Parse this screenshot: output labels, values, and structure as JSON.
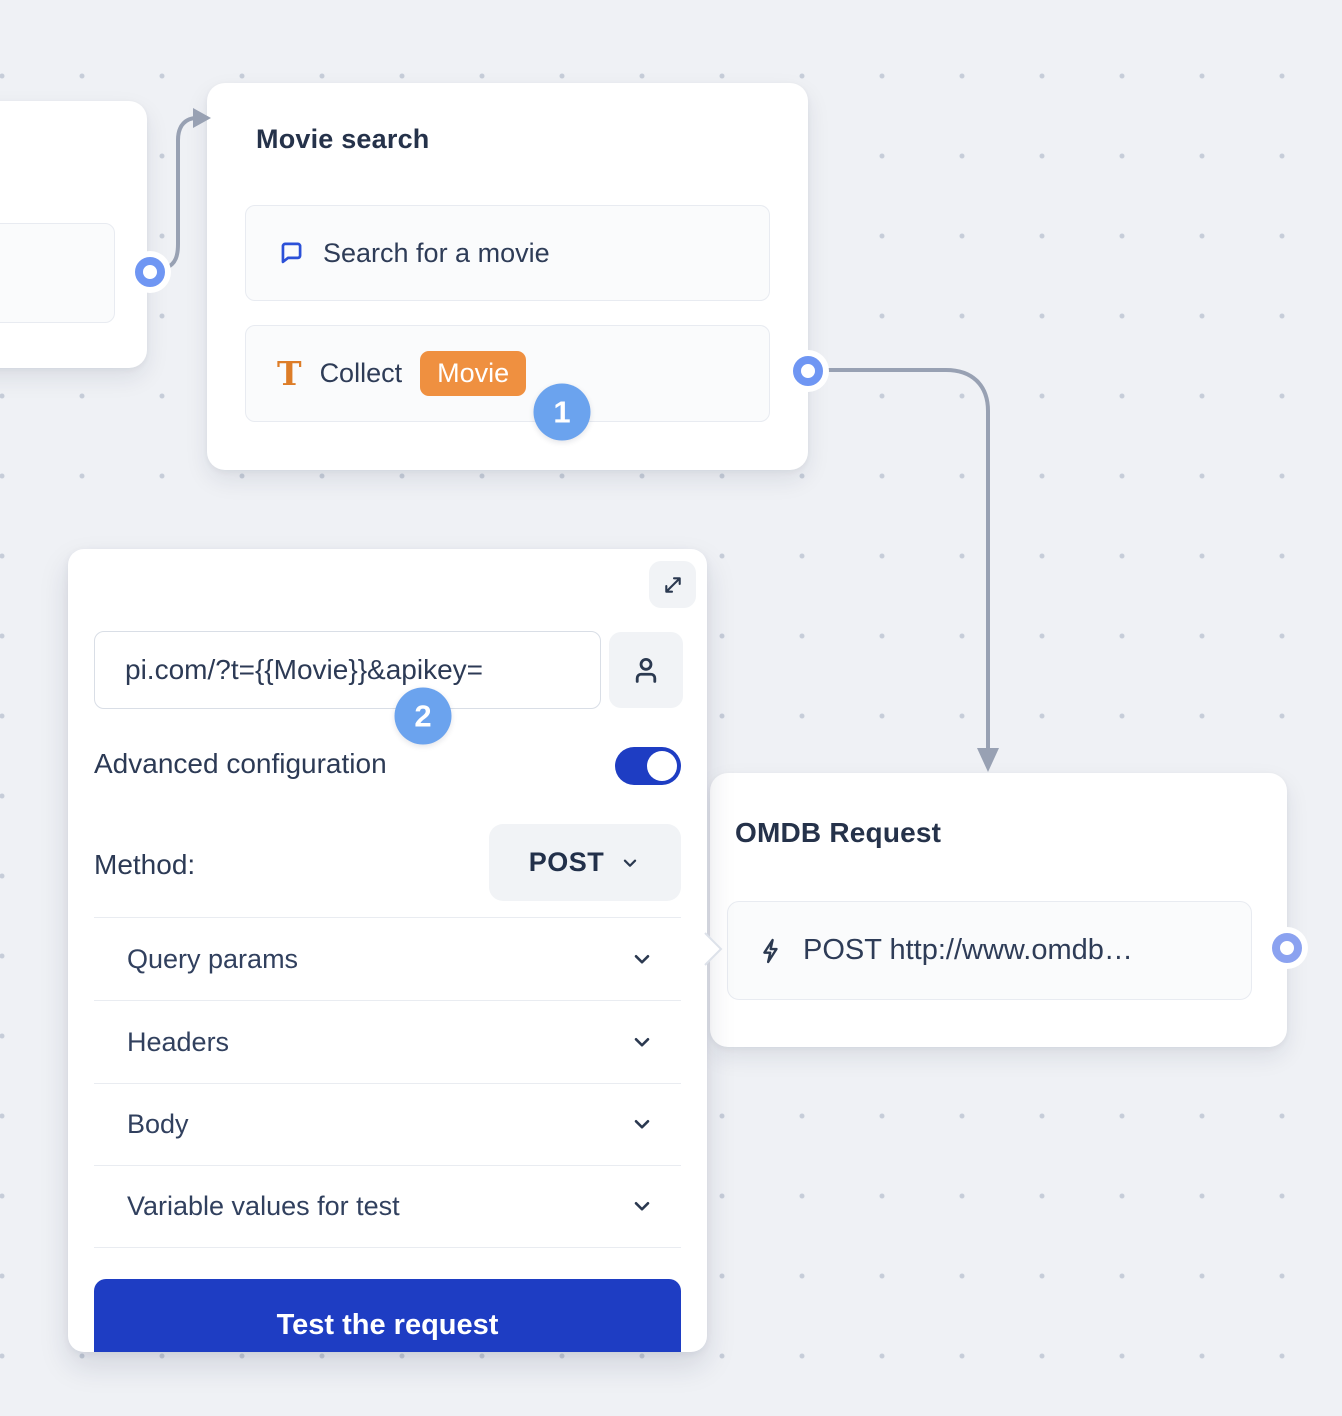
{
  "colors": {
    "background": "#eff1f5",
    "dot_grid": "#c6cdd9",
    "accent_blue": "#1e3dc3",
    "step_badge_blue": "#6ba3ee",
    "port_ring_blue": "#6f96f3",
    "port_ring_blue_light": "#8ba2f0",
    "variable_tag_orange": "#ef9040",
    "text_input_icon_orange": "#dd7d28",
    "chat_icon_blue": "#2b50d8",
    "wire_gray": "#98a1b3",
    "title_text": "#25324a"
  },
  "badges": {
    "step_1": "1",
    "step_2": "2"
  },
  "nodes": {
    "movie_search": {
      "title": "Movie search",
      "actions": [
        {
          "icon": "chat-bubble-icon",
          "label": "Search for a movie"
        },
        {
          "icon": "text-input-icon",
          "label": "Collect",
          "variable_tag": "Movie"
        }
      ]
    },
    "omdb_request": {
      "title": "OMDB Request",
      "action": {
        "icon": "lightning-icon",
        "label": "POST http://www.omdb…"
      }
    }
  },
  "panel": {
    "url_value": "pi.com/?t={{Movie}}&apikey=",
    "advanced_label": "Advanced configuration",
    "advanced_on": true,
    "method_label": "Method:",
    "method_value": "POST",
    "sections": [
      "Query params",
      "Headers",
      "Body",
      "Variable values for test"
    ],
    "test_button_label": "Test the request"
  }
}
